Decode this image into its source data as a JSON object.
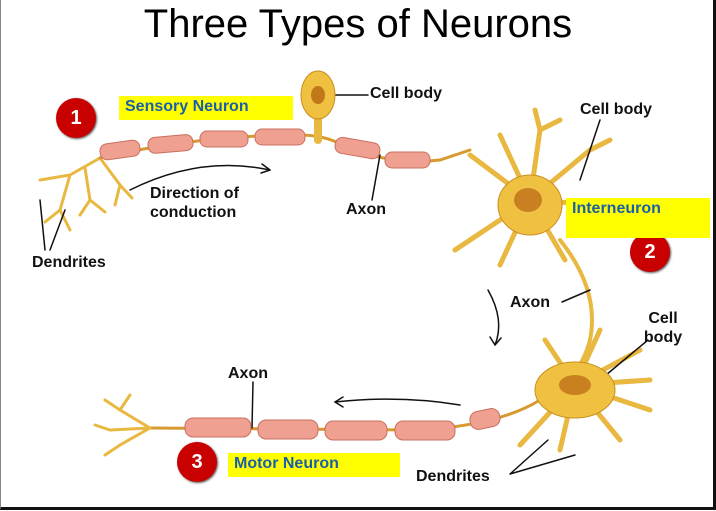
{
  "title": "Three Types of Neurons",
  "neurons": [
    {
      "number": "1",
      "name": "Sensory Neuron"
    },
    {
      "number": "2",
      "name": "Interneuron"
    },
    {
      "number": "3",
      "name": "Motor Neuron"
    }
  ],
  "labels": {
    "sensory_cell_body": "Cell body",
    "inter_cell_body": "Cell body",
    "direction": "Direction of conduction",
    "sensory_axon": "Axon",
    "sensory_dendrites": "Dendrites",
    "inter_axon": "Axon",
    "motor_cell_body": "Cell body",
    "motor_axon": "Axon",
    "motor_dendrites": "Dendrites"
  },
  "colors": {
    "highlight": "#ffff00",
    "badge": "#c80000",
    "label_text": "#1a5fa8",
    "myelin": "#f0a090",
    "soma": "#f0c040"
  }
}
